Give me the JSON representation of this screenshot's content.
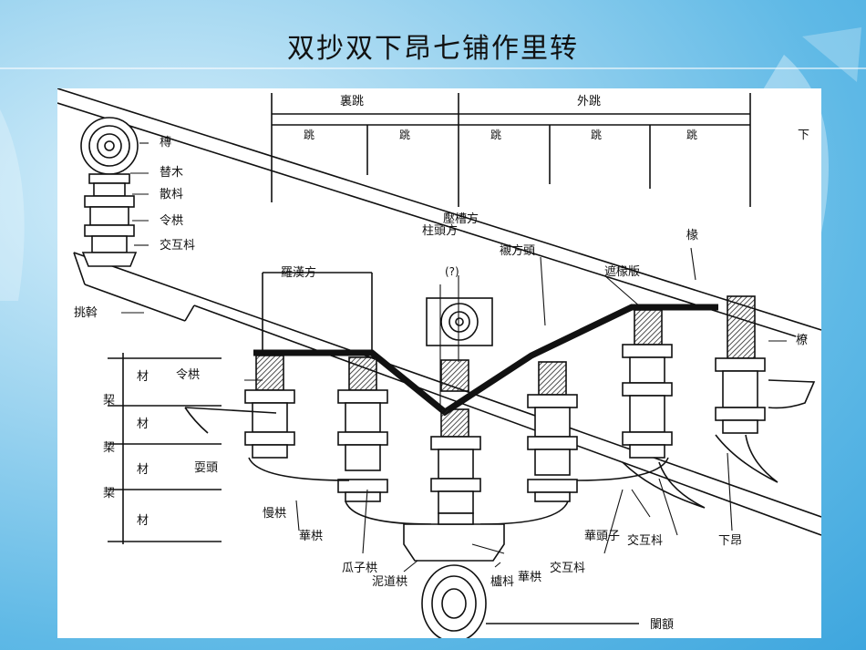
{
  "title": "双抄双下昂七铺作里转",
  "diagram": {
    "header": {
      "inner": "裏跳",
      "outer": "外跳",
      "xia": "下",
      "tiao": [
        "跳",
        "跳",
        "跳",
        "跳",
        "跳"
      ]
    },
    "labels": {
      "tuan": "槫",
      "timu": "替木",
      "sandou": "散枓",
      "linggong_left": "令栱",
      "jiaohudou_left": "交互枓",
      "tiaowo": "挑斡",
      "luohanfang": "羅漢方",
      "yatuanfang": "壓槽方",
      "zhutoufang": "柱頭方",
      "question": "(?)",
      "chenfangtou": "襯方頭",
      "zheyuanban": "遮椽版",
      "chuan": "椽",
      "liaoyan": "橑",
      "cai": [
        "材",
        "材",
        "材",
        "材"
      ],
      "zhi": [
        "栔",
        "栔",
        "栔"
      ],
      "linggong_row": "令栱",
      "shuatou": "耍頭",
      "mangong": "慢栱",
      "huagong": "華栱",
      "guazigong": "瓜子栱",
      "nidaogong": "泥道栱",
      "ludou": "櫨枓",
      "huagong2": "華栱",
      "jiaohudou2": "交互枓",
      "huatouzi": "華頭子",
      "jiaohudou3": "交互枓",
      "xiaang": "下昂",
      "lane": "闌額"
    }
  }
}
